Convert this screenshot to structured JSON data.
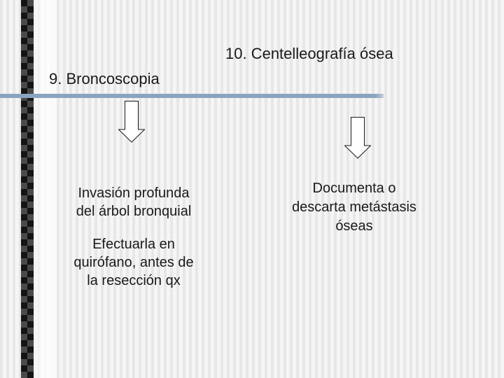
{
  "slide": {
    "titles": {
      "left": "9. Broncoscopia",
      "right": "10. Centelleografía ósea"
    },
    "left_column": {
      "paragraph1": [
        "Invasión profunda",
        "del árbol bronquial"
      ],
      "paragraph2": [
        "Efectuarla en",
        "quirófano, antes de",
        "la resección qx"
      ]
    },
    "right_column": {
      "paragraph1": [
        "Documenta o",
        "descarta metástasis",
        "óseas"
      ]
    },
    "icons": {
      "left_arrow": "down-arrow-icon",
      "right_arrow": "down-arrow-icon"
    },
    "colors": {
      "accent_line": "#8BA4BE",
      "checker_dark": "#141414",
      "checker_gray": "#4A4A4A",
      "stripe_dark": "#E7E7E7",
      "stripe_light": "#F5F5F5",
      "text": "#1A1A1A",
      "arrow_fill": "#FFFFFF",
      "arrow_outline": "#1A1A1A"
    }
  }
}
